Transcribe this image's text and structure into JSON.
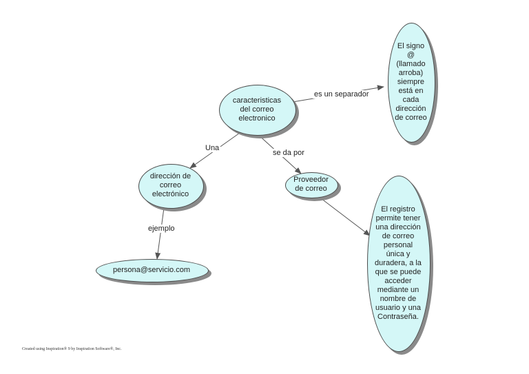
{
  "nodes": {
    "caracteristicas": "caracteristicas\ndel correo\nelectronico",
    "signo": "El signo\n@\n(llamado\narroba)\nsiempre\nestá en\ncada\ndirección\nde correo",
    "direccion": "dirección de\ncorreo\nelectrónico",
    "proveedor": "Proveedor\nde correo",
    "registro": "El registro\npermite tener\nuna dirección\nde correo\npersonal\núnica y\nduradera, a la\nque se puede\nacceder\nmediante un\nnombre de\nusuario y una\nContraseña.",
    "persona": "persona@servicio.com"
  },
  "links": {
    "es_un_separador": "es un separador",
    "una": "Una",
    "se_da_por": "se da por",
    "ejemplo": "ejemplo"
  },
  "footer": "Created using Inspiration® 9 by Inspiration Software®, Inc.",
  "colors": {
    "node_fill": "#d4f7f7",
    "node_border": "#4a4a4a",
    "shadow": "#8a8a8a",
    "line": "#555555"
  }
}
